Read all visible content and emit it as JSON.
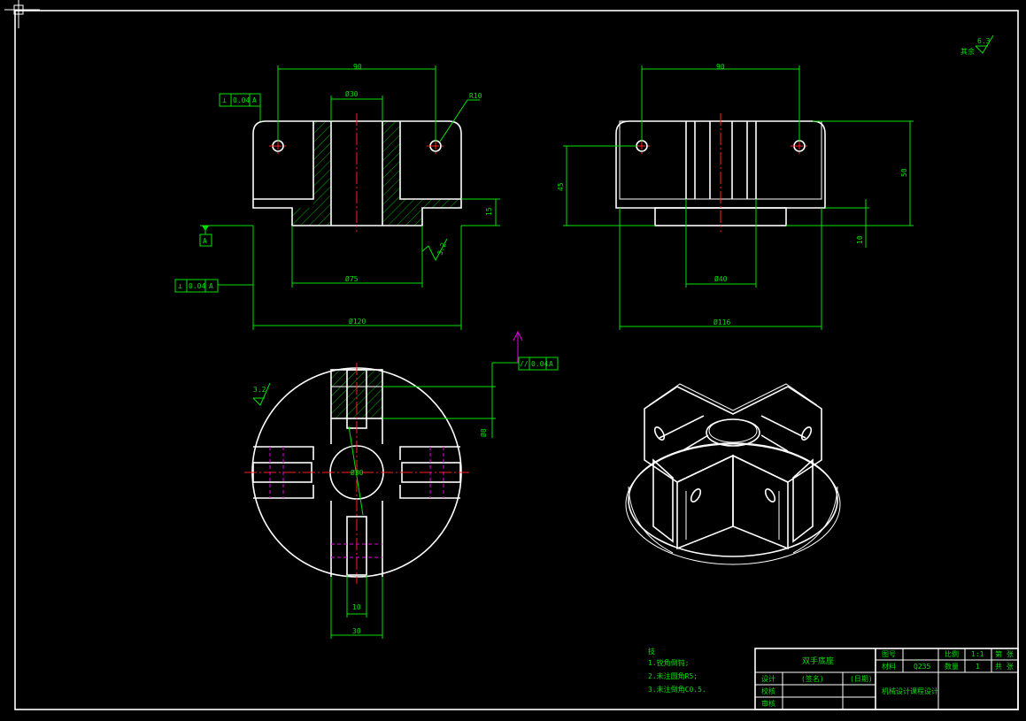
{
  "dimensions": {
    "top_90": "90",
    "bore_30": "Ø30",
    "radius_10": "R10",
    "height_15": "15",
    "bore_75": "Ø75",
    "width_120": "Ø120",
    "side_90": "90",
    "side_45": "45",
    "side_50": "50",
    "side_10": "10",
    "side_40": "Ø40",
    "side_116": "Ø116",
    "slot_10": "10",
    "slot_30": "30",
    "center_30": "Ø30",
    "small_bore": "Ø8"
  },
  "tolerances": {
    "perp_top": {
      "symbol": "⊥",
      "value": "0.04",
      "datum": "A"
    },
    "perp_bottom": {
      "symbol": "⊥",
      "value": "0.04",
      "datum": "A"
    },
    "par_plan": {
      "symbol": "//",
      "value": "0.04",
      "datum": "A"
    },
    "datum_label": "A"
  },
  "roughness": {
    "front": "3.2",
    "plan": "3.2",
    "general": "6.3",
    "general_note": "其余"
  },
  "notes": {
    "heading": "技",
    "lines": [
      "1.锐角倒钝;",
      "2.未注圆角R5;",
      "3.未注倒角C0.5."
    ]
  },
  "title_block": {
    "part_name": "双手底座",
    "designer_label": "设计",
    "designer_value": "(签名)",
    "date_value": "(日期)",
    "checker_label": "校核",
    "approver_label": "审核",
    "drawing_no_label": "图号",
    "material_label": "材料",
    "material_value": "Q235",
    "scale_label": "比例",
    "scale_value": "1:1",
    "qty_label": "数量",
    "qty_value": "1",
    "sheet_label": "第 张",
    "total_label": "共 张",
    "course": "机械设计课程设计"
  }
}
